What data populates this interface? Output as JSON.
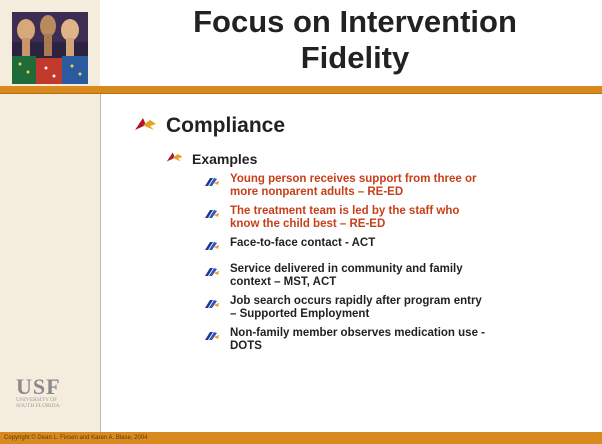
{
  "slide": {
    "title_line1": "Focus on Intervention",
    "title_line2": "Fidelity",
    "level1_label": "Compliance",
    "level2_label": "Examples",
    "bullets": [
      {
        "line1": "Young person receives support from three or",
        "line2": "more nonparent adults – RE-ED",
        "color": "#c7401a"
      },
      {
        "line1": "The treatment team is led by the staff who",
        "line2": "know the child best – RE-ED",
        "color": "#c7401a"
      },
      {
        "line1": "Face-to-face contact - ACT",
        "line2": "",
        "color": "#222222"
      },
      {
        "line1": "Service delivered in community and family",
        "line2": "context – MST, ACT",
        "color": "#222222"
      },
      {
        "line1": "Job search occurs rapidly after program entry",
        "line2": "– Supported Employment",
        "color": "#222222"
      },
      {
        "line1": "Non-family member observes medication use -",
        "line2": "DOTS",
        "color": "#222222"
      }
    ],
    "logo_text": "USF",
    "logo_subtext_line1": "UNIVERSITY OF",
    "logo_subtext_line2": "SOUTH FLORIDA",
    "footer_text": "Copyright © Dean L. Fixsen and Karen A. Blase, 2004",
    "icons": {
      "level1": "bird-bullet-icon",
      "level2": "bird-bullet-icon",
      "level3": "book-bullet-icon"
    },
    "colors": {
      "accent_orange": "#d98a1f",
      "highlight_red": "#c7401a",
      "text_dark": "#222222",
      "left_band": "#f4ecdd"
    }
  }
}
